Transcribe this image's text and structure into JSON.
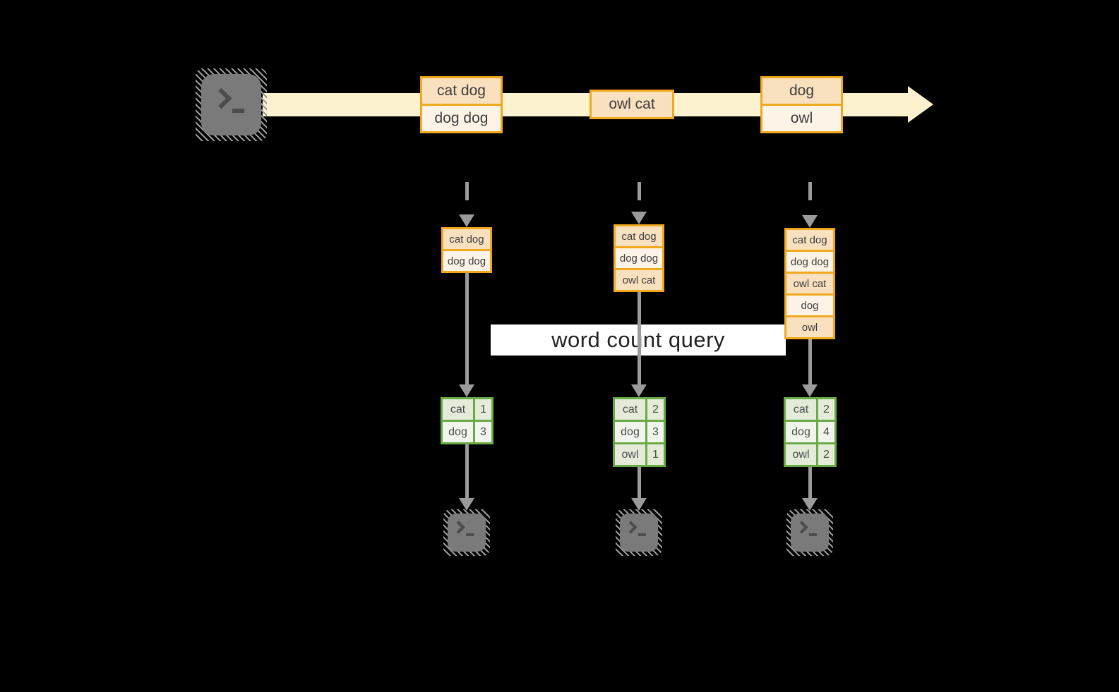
{
  "diagram": {
    "title_label": "word count query",
    "colors": {
      "background": "#000000",
      "stream_band": "#fdf2cf",
      "box_border": "#f0a91e",
      "box_fill_dark": "#f9e1c0",
      "box_fill_light": "#fdf3e6",
      "table_border": "#6aaa46",
      "table_fill_dark": "#e4ecd9",
      "table_fill_light": "#f2f5ee",
      "arrow_gray": "#9b9b9b",
      "terminal_gray": "#7a7a7a"
    },
    "icons": {
      "source": "terminal-icon",
      "sinks": "terminal-icon",
      "stream": "right-arrow-band"
    },
    "stream": {
      "events": [
        {
          "lines": [
            "cat dog",
            "dog dog"
          ]
        },
        {
          "lines": [
            "owl cat"
          ]
        },
        {
          "lines": [
            "dog",
            "owl"
          ]
        }
      ]
    },
    "columns": [
      {
        "state": [
          "cat dog",
          "dog dog"
        ],
        "counts": [
          [
            "cat",
            "1"
          ],
          [
            "dog",
            "3"
          ]
        ]
      },
      {
        "state": [
          "cat dog",
          "dog dog",
          "owl cat"
        ],
        "counts": [
          [
            "cat",
            "2"
          ],
          [
            "dog",
            "3"
          ],
          [
            "owl",
            "1"
          ]
        ]
      },
      {
        "state": [
          "cat dog",
          "dog dog",
          "owl cat",
          "dog",
          "owl"
        ],
        "counts": [
          [
            "cat",
            "2"
          ],
          [
            "dog",
            "4"
          ],
          [
            "owl",
            "2"
          ]
        ]
      }
    ]
  }
}
